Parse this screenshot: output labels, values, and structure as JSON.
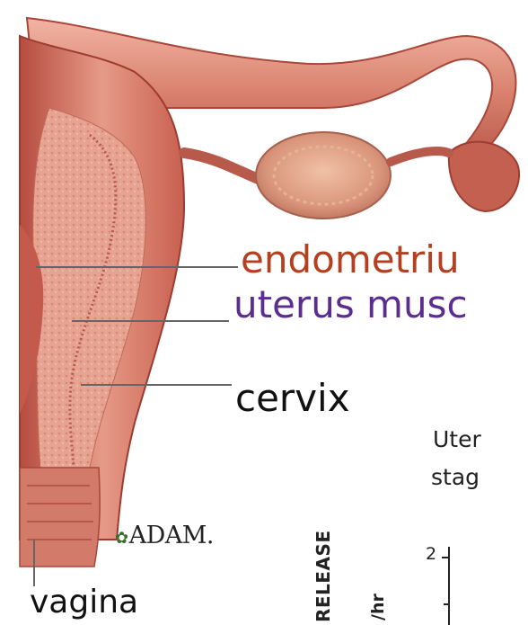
{
  "labels": {
    "endometrium": "endometriu",
    "uterus_muscle": "uterus musc",
    "cervix": "cervix",
    "vagina": "vagina"
  },
  "caption": {
    "line1": "Uter",
    "line2": "stag"
  },
  "logo": {
    "text": "ADAM.",
    "leaf_icon": "leaf-icon"
  },
  "chart": {
    "ylabel_1": "RELEASE",
    "ylabel_2": "/hr",
    "tick": "2"
  },
  "colors": {
    "endometrium": "#b5401f",
    "uterus_muscle": "#5b2d8e",
    "cervix": "#111111",
    "vagina": "#111111",
    "tissue_light": "#e8a18f",
    "tissue_dark": "#c9604f",
    "ovary": "#d89a80"
  }
}
